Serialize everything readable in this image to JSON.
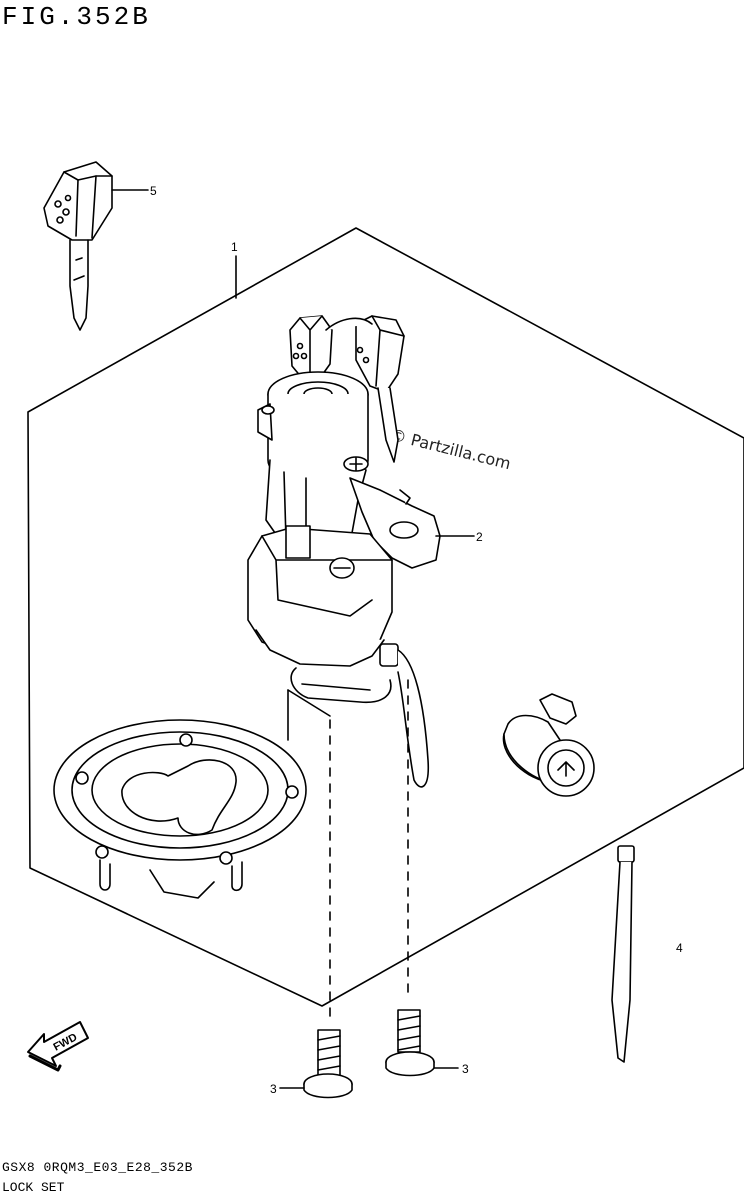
{
  "figure": {
    "title": "FIG.352B",
    "model_code": "GSX8 0RQM3_E03_E28_352B",
    "section_name": "LOCK SET",
    "watermark": "© Partzilla.com",
    "fwd_label": "FWD"
  },
  "callouts": [
    {
      "id": "1",
      "label": "1"
    },
    {
      "id": "2",
      "label": "2"
    },
    {
      "id": "3a",
      "label": "3"
    },
    {
      "id": "3b",
      "label": "3"
    },
    {
      "id": "4",
      "label": "4"
    },
    {
      "id": "5",
      "label": "5"
    }
  ],
  "parts": [
    {
      "ref": "1",
      "name": "lock-set-assembly"
    },
    {
      "ref": "2",
      "name": "ignition-switch"
    },
    {
      "ref": "3",
      "name": "screw"
    },
    {
      "ref": "4",
      "name": "cable-tie"
    },
    {
      "ref": "5",
      "name": "key"
    }
  ]
}
